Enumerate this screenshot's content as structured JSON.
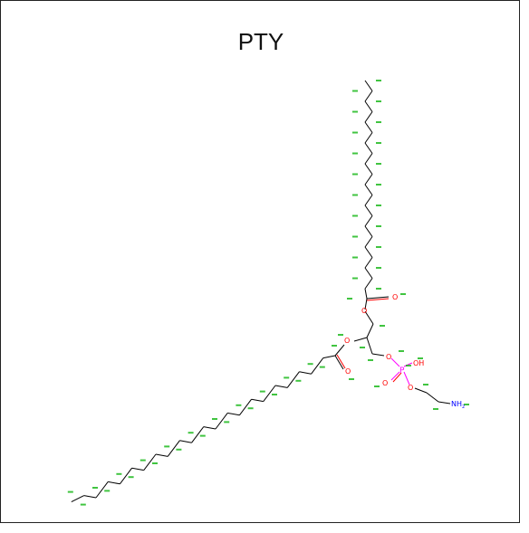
{
  "title": "PTY",
  "colors": {
    "carbon": "#000000",
    "oxygen": "#ff0000",
    "phosphorus": "#ff00ff",
    "nitrogen": "#0000ff",
    "atom_name": "#00b000"
  },
  "atoms": {
    "o_ester1_carbonyl": "O",
    "o_ester1_link": "O",
    "o_ester2_link": "O",
    "o_ester2_carbonyl": "O",
    "o_phosphate_link": "O",
    "phosphorus": "P",
    "o_phosphate_hydroxyl": "OH",
    "o_phosphate_double": "O",
    "o_phosphate_ethanolamine": "O",
    "nitrogen": "NH",
    "nitrogen_sub": "2"
  }
}
